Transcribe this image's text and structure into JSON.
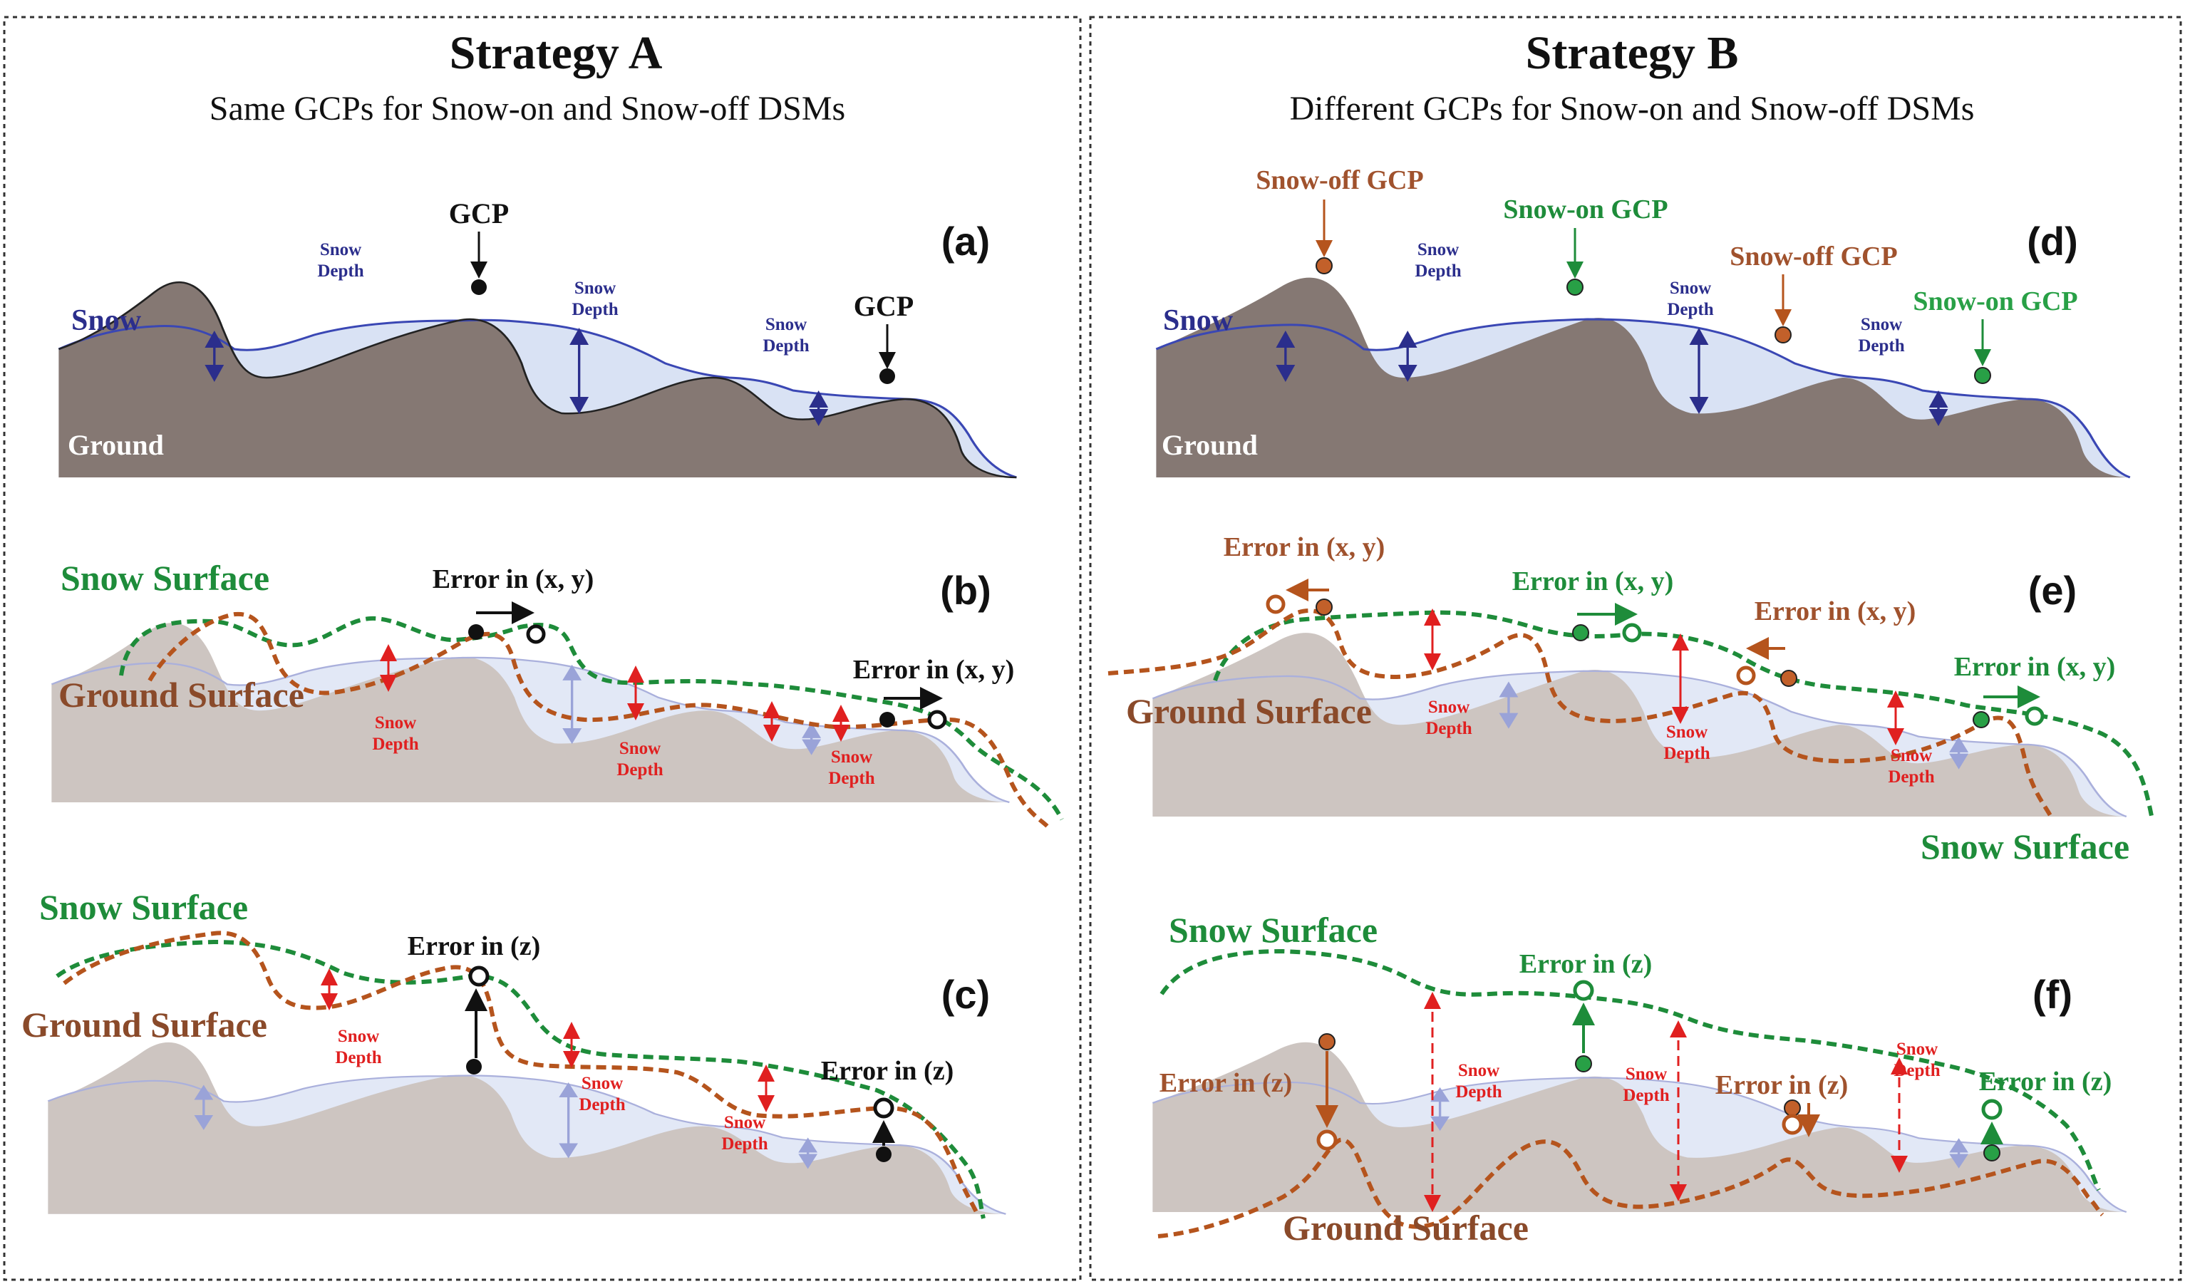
{
  "strategy_a": {
    "title": "Strategy A",
    "subtitle": "Same GCPs for Snow-on and Snow-off DSMs",
    "panel_a": {
      "label": "(a)",
      "snow": "Snow",
      "ground": "Ground",
      "gcp": "GCP",
      "snow_depth": [
        "Snow",
        "Depth"
      ]
    },
    "panel_b": {
      "label": "(b)",
      "snow_surface": "Snow Surface",
      "ground_surface": "Ground Surface",
      "error_xy": "Error in (x, y)",
      "snow_depth": [
        "Snow",
        "Depth"
      ]
    },
    "panel_c": {
      "label": "(c)",
      "snow_surface": "Snow Surface",
      "ground_surface": "Ground Surface",
      "error_z": "Error in (z)",
      "snow_depth": [
        "Snow",
        "Depth"
      ]
    }
  },
  "strategy_b": {
    "title": "Strategy B",
    "subtitle": "Different GCPs for Snow-on and Snow-off DSMs",
    "panel_d": {
      "label": "(d)",
      "snow": "Snow",
      "ground": "Ground",
      "snow_off_gcp": "Snow-off GCP",
      "snow_on_gcp": "Snow-on GCP",
      "snow_depth": [
        "Snow",
        "Depth"
      ]
    },
    "panel_e": {
      "label": "(e)",
      "snow_surface": "Snow Surface",
      "ground_surface": "Ground Surface",
      "error_xy": "Error in (x, y)",
      "snow_depth": [
        "Snow",
        "Depth"
      ]
    },
    "panel_f": {
      "label": "(f)",
      "snow_surface": "Snow Surface",
      "ground_surface": "Ground Surface",
      "error_z": "Error in (z)",
      "snow_depth": [
        "Snow",
        "Depth"
      ]
    }
  },
  "colors": {
    "ground": "#857873",
    "ground_light": "#cdc5c1",
    "snow": "#d9e2f4",
    "snow_outline": "#3a47b4",
    "snow_outline_light": "#aab0dc",
    "snow_surface": "#1e8c3a",
    "ground_surface": "#b5541d",
    "depth_blue": "#2b2e8c",
    "depth_red": "#e02020",
    "gcp_black": "#111111",
    "gcp_brown": "#c2602a",
    "gcp_green": "#28a046"
  }
}
